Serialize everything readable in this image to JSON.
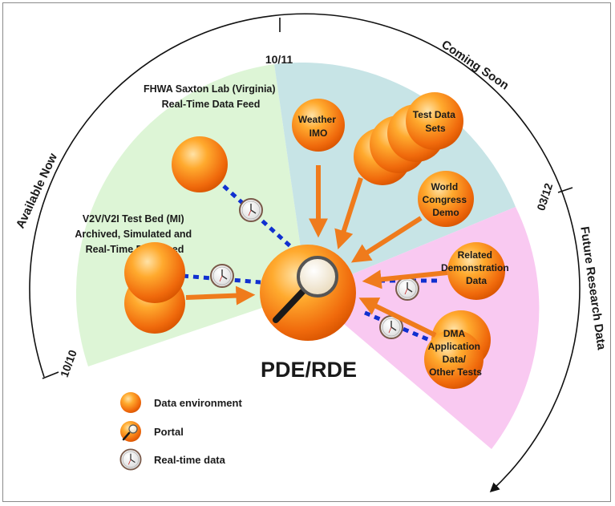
{
  "title": "PDE/RDE",
  "ring_labels": {
    "available_now": "Available Now",
    "coming_soon": "Coming Soon",
    "future_research": "Future Research Data",
    "date_1010": "10/10",
    "date_1011": "10/11",
    "date_0312": "03/12"
  },
  "sources": {
    "saxton": [
      "FHWA Saxton Lab (Virginia)",
      "Real-Time Data Feed"
    ],
    "testbed": [
      "V2V/V2I Test Bed (MI)",
      "Archived, Simulated and",
      "Real-Time Data Feed"
    ]
  },
  "bubbles": {
    "weather": [
      "Weather",
      "IMO"
    ],
    "test_data": [
      "Test Data",
      "Sets"
    ],
    "world_congress": [
      "World",
      "Congress",
      "Demo"
    ],
    "related_demo": [
      "Related",
      "Demonstration",
      "Data"
    ],
    "dma": [
      "DMA",
      "Application",
      "Data/",
      "Other Tests"
    ]
  },
  "legend": [
    {
      "label": "Data environment",
      "icon": "sphere-icon"
    },
    {
      "label": "Portal",
      "icon": "magnifier-icon"
    },
    {
      "label": "Real-time data",
      "icon": "clock-icon"
    }
  ],
  "colors": {
    "available_sector": "#ddf5d6",
    "coming_sector": "#c7e4e6",
    "future_sector": "#f9c9f1",
    "sphere": "#f07a12",
    "arrow": "#ef7b1c",
    "dotted_link": "#1030d0"
  }
}
